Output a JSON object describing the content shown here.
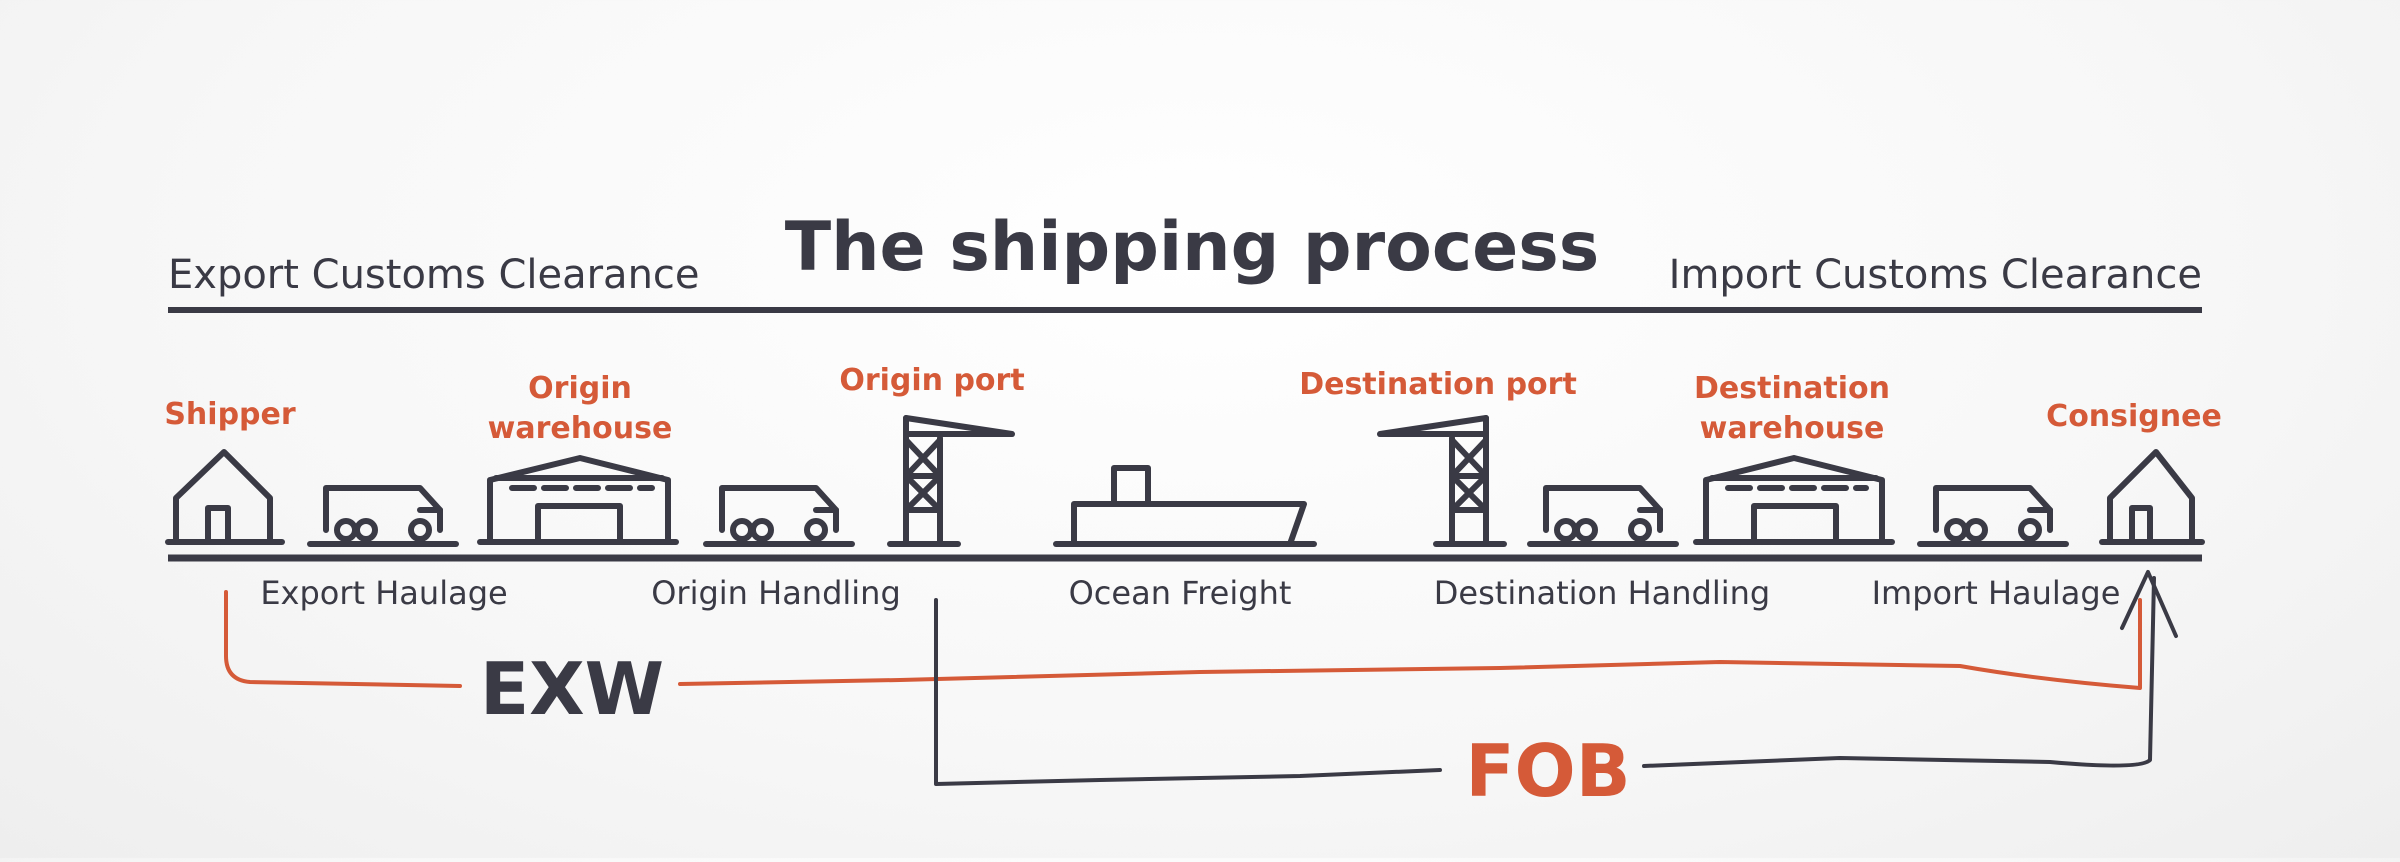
{
  "title": "The shipping process",
  "top_left_label": "Export Customs Clearance",
  "top_right_label": "Import Customs Clearance",
  "nodes": {
    "shipper": "Shipper",
    "origin_warehouse_line1": "Origin",
    "origin_warehouse_line2": "warehouse",
    "origin_port": "Origin port",
    "destination_port": "Destination port",
    "destination_warehouse_line1": "Destination",
    "destination_warehouse_line2": "warehouse",
    "consignee": "Consignee"
  },
  "stages": {
    "export_haulage": "Export Haulage",
    "origin_handling": "Origin Handling",
    "ocean_freight": "Ocean Freight",
    "destination_handling": "Destination Handling",
    "import_haulage": "Import Haulage"
  },
  "incoterms": {
    "exw": "EXW",
    "fob": "FOB"
  },
  "colors": {
    "dark": "#3a3a45",
    "accent": "#d55a38"
  },
  "icons": [
    "house-icon",
    "truck-icon",
    "warehouse-icon",
    "crane-icon",
    "ship-icon"
  ]
}
